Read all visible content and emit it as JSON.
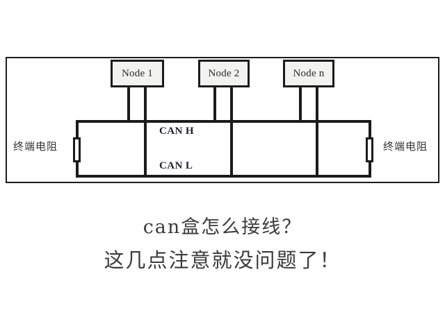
{
  "diagram": {
    "title": "CAN bus topology diagram",
    "colors": {
      "line": "#1b1b1b",
      "node_fill": "#f2f2f0",
      "background": "#ffffff",
      "text": "#333333"
    },
    "nodes": [
      {
        "label": "Node 1"
      },
      {
        "label": "Node 2"
      },
      {
        "label": "Node n"
      }
    ],
    "bus_labels": [
      {
        "label": "CAN H"
      },
      {
        "label": "CAN L"
      }
    ],
    "terminators": [
      {
        "label": "终端电阻",
        "side": "left"
      },
      {
        "label": "终端电阻",
        "side": "right"
      }
    ]
  },
  "caption": {
    "line1": "can盒怎么接线？",
    "line2": "这几点注意就没问题了！"
  }
}
